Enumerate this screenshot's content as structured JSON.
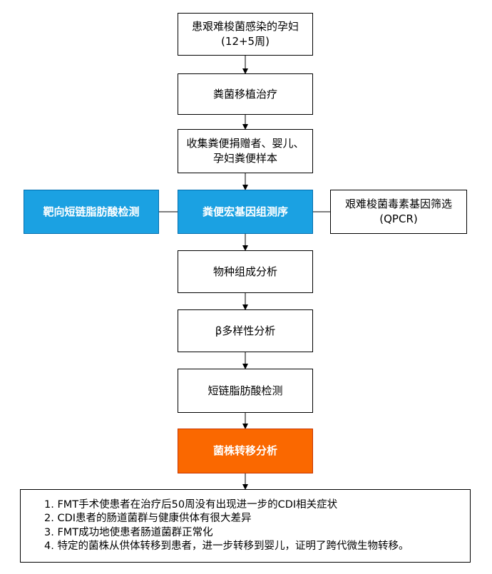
{
  "colors": {
    "line": "#000000",
    "blue": "#1ba1e2",
    "orange": "#fa6800"
  },
  "steps": {
    "patient": [
      "患艰难梭菌感染的孕妇",
      "(12+5周)"
    ],
    "fmt": "粪菌移植治疗",
    "collect": [
      "收集粪便捐赠者、婴儿、",
      "孕妇粪便样本"
    ],
    "sequencing": "粪便宏基因组测序",
    "scfa_targeted": "靶向短链脂肪酸检测",
    "toxin_screen": [
      "艰难梭菌毒素基因筛选",
      "(QPCR)"
    ],
    "composition": "物种组成分析",
    "beta": "β多样性分析",
    "scfa": "短链脂肪酸检测",
    "transfer": "菌株转移分析"
  },
  "conclusions": [
    "1. FMT手术使患者在治疗后50周没有出现进一步的CDI相关症状",
    "2. CDI患者的肠道菌群与健康供体有很大差异",
    "3. FMT成功地使患者肠道菌群正常化",
    "4. 特定的菌株从供体转移到患者，进一步转移到婴儿，证明了跨代微生物转移。"
  ]
}
